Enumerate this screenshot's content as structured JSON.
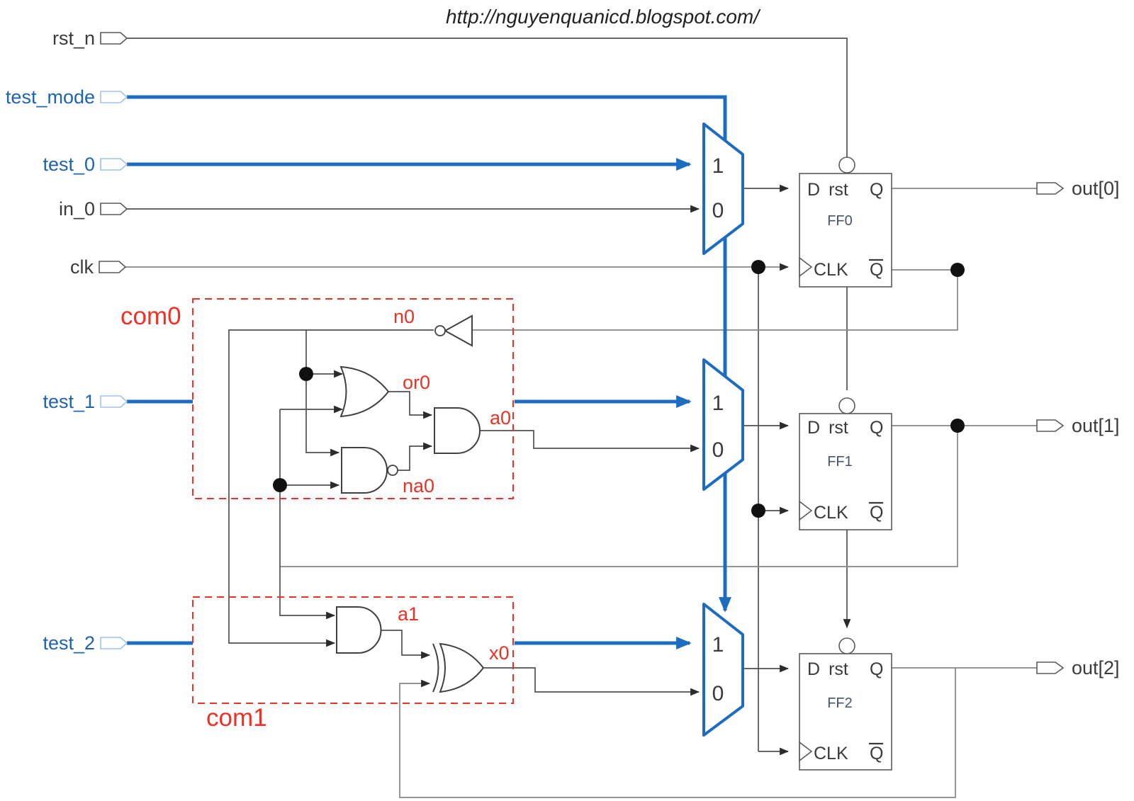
{
  "page": {
    "url_note": "http://nguyenquanicd.blogspot.com/"
  },
  "ports": {
    "inputs": [
      {
        "id": "rst_n",
        "label": "rst_n",
        "signal": "normal"
      },
      {
        "id": "test_mode",
        "label": "test_mode",
        "signal": "test-blue"
      },
      {
        "id": "test_0",
        "label": "test_0",
        "signal": "test-blue"
      },
      {
        "id": "in_0",
        "label": "in_0",
        "signal": "normal"
      },
      {
        "id": "clk",
        "label": "clk",
        "signal": "normal"
      },
      {
        "id": "test_1",
        "label": "test_1",
        "signal": "test-blue"
      },
      {
        "id": "test_2",
        "label": "test_2",
        "signal": "test-blue"
      }
    ],
    "outputs": [
      {
        "id": "out0",
        "label": "out[0]"
      },
      {
        "id": "out1",
        "label": "out[1]"
      },
      {
        "id": "out2",
        "label": "out[2]"
      }
    ]
  },
  "muxes": {
    "input1": "1",
    "input0": "0"
  },
  "flipflops": {
    "pins": {
      "d": "D",
      "rst": "rst",
      "q": "Q",
      "clk": "CLK",
      "qbar": "Q"
    },
    "items": [
      {
        "name": "FF0"
      },
      {
        "name": "FF1"
      },
      {
        "name": "FF2"
      }
    ]
  },
  "blocks": {
    "com0": {
      "label": "com0"
    },
    "com1": {
      "label": "com1"
    }
  },
  "gates": {
    "n0": "n0",
    "or0": "or0",
    "na0": "na0",
    "a0": "a0",
    "a1": "a1",
    "x0": "x0"
  },
  "colors": {
    "signal_blue": "#1e6cc0",
    "port_outline_blue": "#9dc3e6",
    "label_blue": "#1f63ae",
    "annotation_red": "#ef3125",
    "wire_dark": "#515151",
    "wire_gray": "#868686",
    "text_dark": "#3b3b3b",
    "ff_name_blue": "#44546a"
  }
}
